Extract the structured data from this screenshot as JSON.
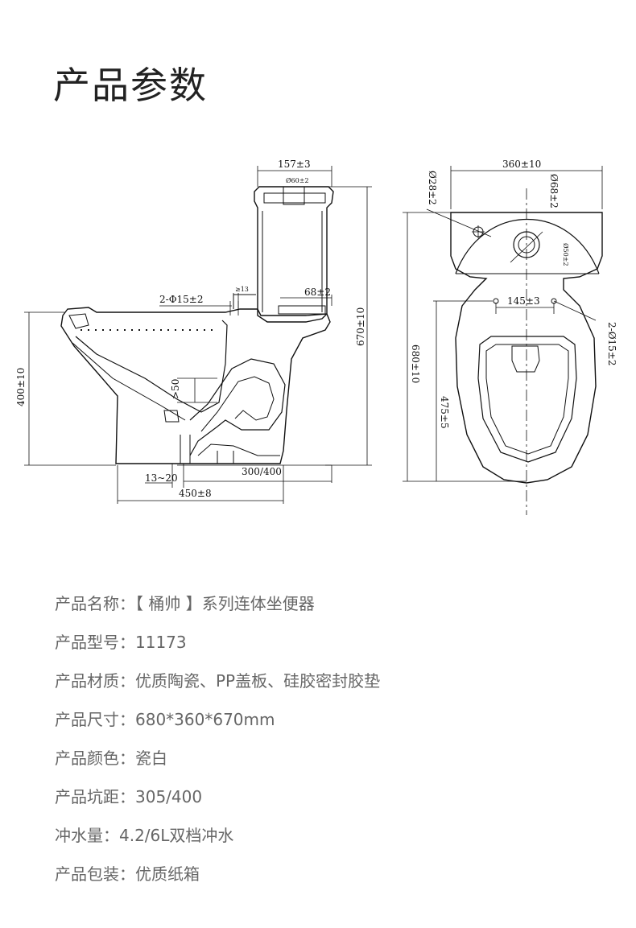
{
  "page": {
    "title": "产品参数"
  },
  "drawing": {
    "side": {
      "top_width": "157±3",
      "inlet": "Ø60±2",
      "min13": "≥13",
      "holes": "2-Φ15±2",
      "depth68": "68±2",
      "height670": "670±10",
      "height400": "400±10",
      "min50": ">50",
      "pit": "300/400",
      "gap": "13~20",
      "base450": "450±8"
    },
    "top": {
      "width360": "360±10",
      "d28": "Ø28±2",
      "d68": "Ø68±2",
      "d50": "Ø50±2",
      "span145": "145±3",
      "holes15": "2-Ø15±2",
      "len680": "680±10",
      "len475": "475±5"
    }
  },
  "specs": [
    {
      "label": "产品名称：",
      "value": "【 桶帅 】系列连体坐便器"
    },
    {
      "label": "产品型号：",
      "value": "11173"
    },
    {
      "label": "产品材质：",
      "value": "优质陶瓷、PP盖板、硅胶密封胶垫"
    },
    {
      "label": "产品尺寸：",
      "value": "680*360*670mm"
    },
    {
      "label": "产品颜色：",
      "value": "瓷白"
    },
    {
      "label": "产品坑距：",
      "value": "305/400"
    },
    {
      "label": "冲水量：",
      "value": "4.2/6L双档冲水"
    },
    {
      "label": "产品包装：",
      "value": "优质纸箱"
    }
  ]
}
